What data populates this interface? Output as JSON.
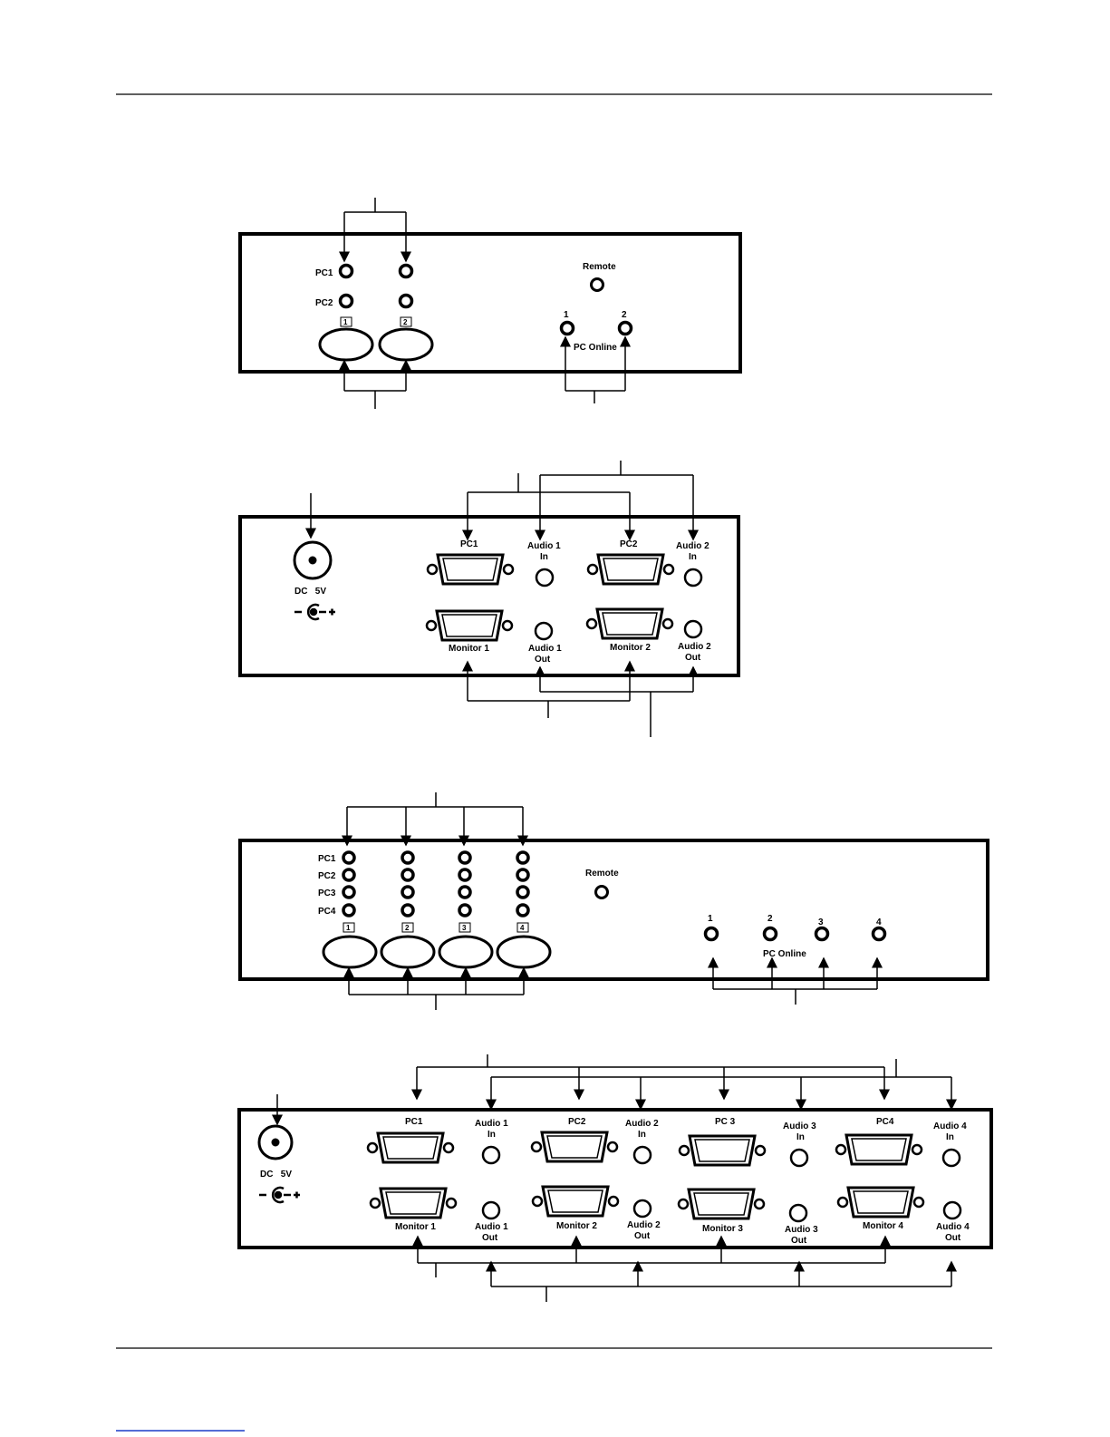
{
  "diagrams": [
    {
      "id": "front-2port",
      "led_rows": [
        "PC1",
        "PC2"
      ],
      "button_labels": [
        "1",
        "2"
      ],
      "remote_label": "Remote",
      "online_numbers": [
        "1",
        "2"
      ],
      "online_label": "PC Online"
    },
    {
      "id": "rear-2port",
      "power_label": "DC   5V",
      "pc_labels": [
        "PC1",
        "PC2"
      ],
      "audio_in_labels": [
        [
          "Audio 1",
          "In"
        ],
        [
          "Audio 2",
          "In"
        ]
      ],
      "monitor_labels": [
        "Monitor 1",
        "Monitor 2"
      ],
      "audio_out_labels": [
        [
          "Audio 1",
          "Out"
        ],
        [
          "Audio 2",
          "Out"
        ]
      ]
    },
    {
      "id": "front-4port",
      "led_rows": [
        "PC1",
        "PC2",
        "PC3",
        "PC4"
      ],
      "button_labels": [
        "1",
        "2",
        "3",
        "4"
      ],
      "remote_label": "Remote",
      "online_numbers": [
        "1",
        "2",
        "3",
        "4"
      ],
      "online_label": "PC Online"
    },
    {
      "id": "rear-4port",
      "power_label": "DC   5V",
      "pc_labels": [
        "PC1",
        "PC2",
        "PC 3",
        "PC4"
      ],
      "audio_in_labels": [
        [
          "Audio 1",
          "In"
        ],
        [
          "Audio 2",
          "In"
        ],
        [
          "Audio 3",
          "In"
        ],
        [
          "Audio 4",
          "In"
        ]
      ],
      "monitor_labels": [
        "Monitor 1",
        "Monitor 2",
        "Monitor 3",
        "Monitor 4"
      ],
      "audio_out_labels": [
        [
          "Audio 1",
          "Out"
        ],
        [
          "Audio 2",
          "Out"
        ],
        [
          "Audio 3",
          "Out"
        ],
        [
          "Audio 4",
          "Out"
        ]
      ]
    }
  ]
}
